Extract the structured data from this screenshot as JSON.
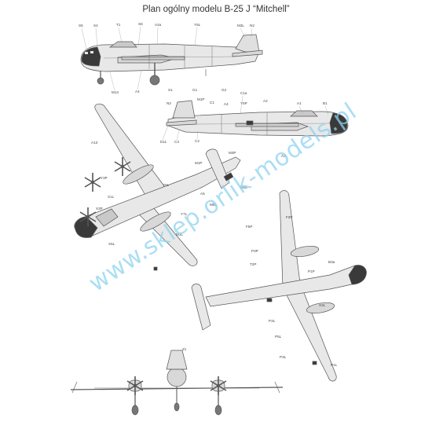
{
  "page": {
    "title": "Plan ogólny modelu B-25 J “Mitchell”",
    "watermark": "www.sklep.orlik-models.pl"
  },
  "views": {
    "side_top": {
      "labels": [
        "S5",
        "S4",
        "T1",
        "S6",
        "A2a",
        "Y5L",
        "M3L",
        "N2",
        "M14",
        "A4",
        "S1",
        "G1",
        "G2"
      ]
    },
    "side_right": {
      "labels": [
        "C1a",
        "M1P",
        "Y5P",
        "A2",
        "A1",
        "B1",
        "N2",
        "C1",
        "A4",
        "D11",
        "C3",
        "C2",
        "A3"
      ]
    },
    "top_left": {
      "labels": [
        "A13",
        "M1P",
        "M3P",
        "Y3P",
        "X3P",
        "Y5L",
        "M5L",
        "M3L",
        "A5",
        "Y7L",
        "X1L",
        "M1L",
        "X5L"
      ]
    },
    "bottom_right": {
      "labels": [
        "F3P",
        "F5P",
        "P3P",
        "T2P",
        "B3a",
        "P1P",
        "X3L",
        "P3L",
        "P5L",
        "P3L",
        "P1L"
      ]
    },
    "front": {
      "labels": [
        "Z1"
      ]
    }
  },
  "colors": {
    "outline": "#555555",
    "fill": "#e8e8e8",
    "fill_dark": "#c9c9c9",
    "glass": "#3a3a3a",
    "watermark": "#8fd3f0"
  }
}
